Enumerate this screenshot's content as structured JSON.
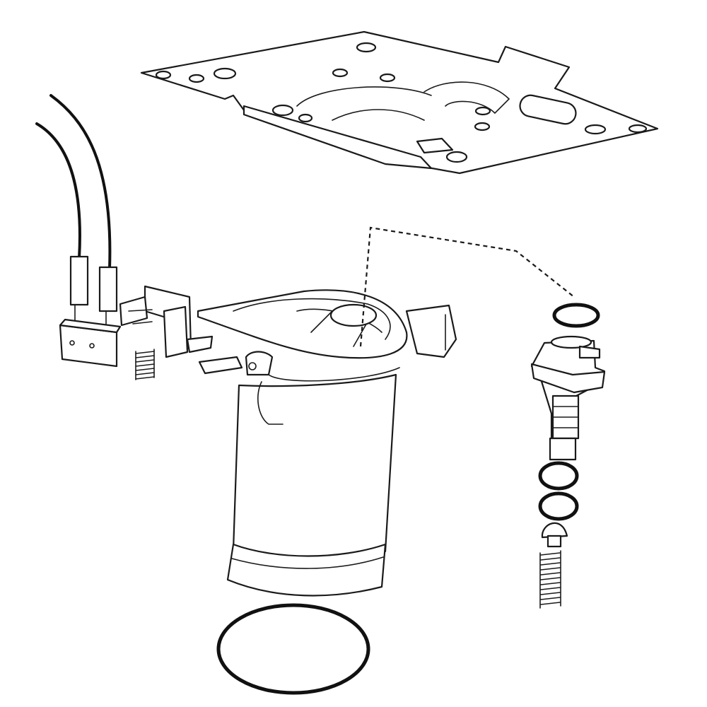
{
  "diagram": {
    "type": "exploded-parts-diagram",
    "line_color": "#1a1a1a",
    "background": "#ffffff",
    "parts": [
      "mounting-plate",
      "wire-leads",
      "terminal-block",
      "spring-small",
      "switch-bracket",
      "reservoir-cylinder",
      "base-o-ring",
      "valve-o-ring-top",
      "valve-body",
      "valve-o-ring-mid-1",
      "valve-o-ring-mid-2",
      "valve-cap",
      "valve-spring"
    ]
  }
}
